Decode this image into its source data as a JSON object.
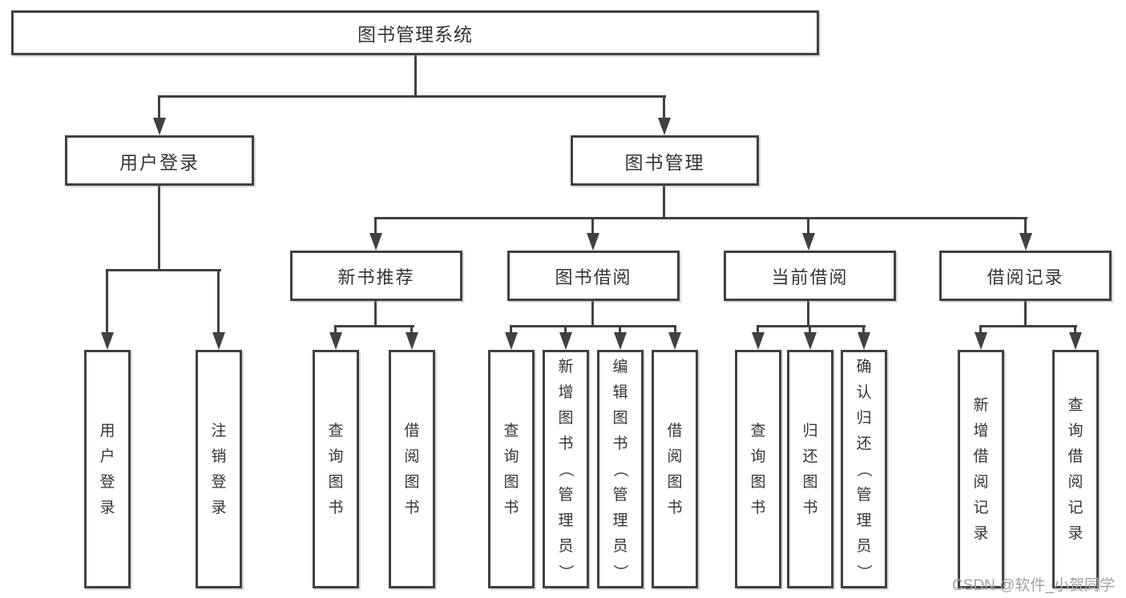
{
  "diagram": {
    "tree": {
      "label": "图书管理系统",
      "children": [
        {
          "label": "用户登录",
          "children": [
            {
              "label": "用户登录"
            },
            {
              "label": "注销登录"
            }
          ]
        },
        {
          "label": "图书管理",
          "children": [
            {
              "label": "新书推荐",
              "children": [
                {
                  "label": "查询图书"
                },
                {
                  "label": "借阅图书"
                }
              ]
            },
            {
              "label": "图书借阅",
              "children": [
                {
                  "label": "查询图书"
                },
                {
                  "label": "新增图书（管理员）"
                },
                {
                  "label": "编辑图书（管理员）"
                },
                {
                  "label": "借阅图书"
                }
              ]
            },
            {
              "label": "当前借阅",
              "children": [
                {
                  "label": "查询图书"
                },
                {
                  "label": "归还图书"
                },
                {
                  "label": "确认归还（管理员）"
                }
              ]
            },
            {
              "label": "借阅记录",
              "children": [
                {
                  "label": "新增借阅记录"
                },
                {
                  "label": "查询借阅记录"
                }
              ]
            }
          ]
        }
      ]
    }
  },
  "watermark": {
    "text": "CSDN @软件_小贺同学"
  },
  "colors": {
    "line": "#3f4144",
    "text": "#333538",
    "watermark": "#a2a2a6",
    "background": "#ffffff"
  }
}
